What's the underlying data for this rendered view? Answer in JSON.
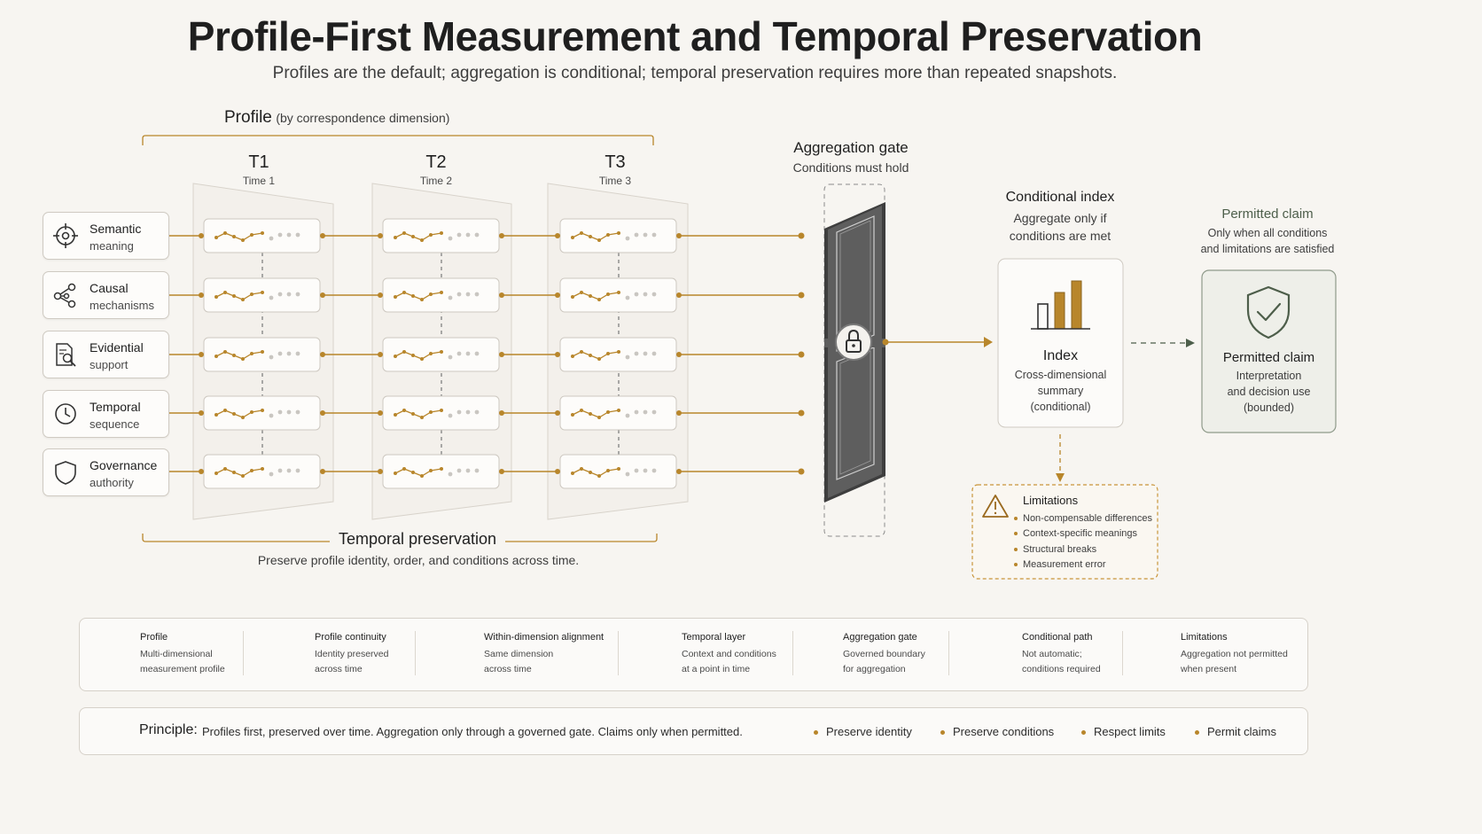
{
  "title": "Profile-First Measurement and Temporal Preservation",
  "subtitle": "Profiles are the default; aggregation is conditional; temporal preservation requires more than repeated snapshots.",
  "profile_header": {
    "main": "Profile",
    "sub": "(by correspondence dimension)"
  },
  "times": [
    {
      "label": "T1",
      "sub": "Time 1"
    },
    {
      "label": "T2",
      "sub": "Time 2"
    },
    {
      "label": "T3",
      "sub": "Time 3"
    }
  ],
  "dimensions": [
    {
      "name": "Semantic",
      "desc": "meaning",
      "icon": "crosshair-icon"
    },
    {
      "name": "Causal",
      "desc": "mechanisms",
      "icon": "network-icon"
    },
    {
      "name": "Evidential",
      "desc": "support",
      "icon": "document-search-icon"
    },
    {
      "name": "Temporal",
      "desc": "sequence",
      "icon": "clock-icon"
    },
    {
      "name": "Governance",
      "desc": "authority",
      "icon": "shield-icon"
    }
  ],
  "temporal_preservation": {
    "title": "Temporal preservation",
    "desc": "Preserve profile identity, order, and conditions across time."
  },
  "gate": {
    "title": "Aggregation gate",
    "desc": "Conditions must hold",
    "icon": "padlock-icon"
  },
  "conditional_index": {
    "title": "Conditional index",
    "desc_line1": "Aggregate only if",
    "desc_line2": "conditions are met",
    "card_title": "Index",
    "card_l1": "Cross-dimensional",
    "card_l2": "summary",
    "card_l3": "(conditional)"
  },
  "permitted": {
    "title": "Permitted claim",
    "desc_line1": "Only when all conditions",
    "desc_line2": "and limitations are satisfied",
    "card_title": "Permitted claim",
    "card_l1": "Interpretation",
    "card_l2": "and decision use",
    "card_l3": "(bounded)"
  },
  "limitations": {
    "title": "Limitations",
    "items": [
      "Non-compensable differences",
      "Context-specific meanings",
      "Structural breaks",
      "Measurement error"
    ]
  },
  "legend": [
    {
      "title": "Profile",
      "l1": "Multi-dimensional",
      "l2": "measurement profile"
    },
    {
      "title": "Profile continuity",
      "l1": "Identity preserved",
      "l2": "across time"
    },
    {
      "title": "Within-dimension alignment",
      "l1": "Same dimension",
      "l2": "across time"
    },
    {
      "title": "Temporal layer",
      "l1": "Context and conditions",
      "l2": "at a point in time"
    },
    {
      "title": "Aggregation gate",
      "l1": "Governed boundary",
      "l2": "for aggregation"
    },
    {
      "title": "Conditional path",
      "l1": "Not automatic;",
      "l2": "conditions required"
    },
    {
      "title": "Limitations",
      "l1": "Aggregation not permitted",
      "l2": "when present"
    }
  ],
  "principle": {
    "label": "Principle:",
    "text": "Profiles first, preserved over time.  Aggregation only through a governed gate. Claims only when permitted.",
    "bullets": [
      "Preserve identity",
      "Preserve conditions",
      "Respect limits",
      "Permit claims"
    ]
  },
  "colors": {
    "gold": "#b8862b",
    "ink": "#1f1f1f",
    "gate": "#5b5b5b",
    "green": "#4d5e4a",
    "panel": "#fbfaf8"
  }
}
